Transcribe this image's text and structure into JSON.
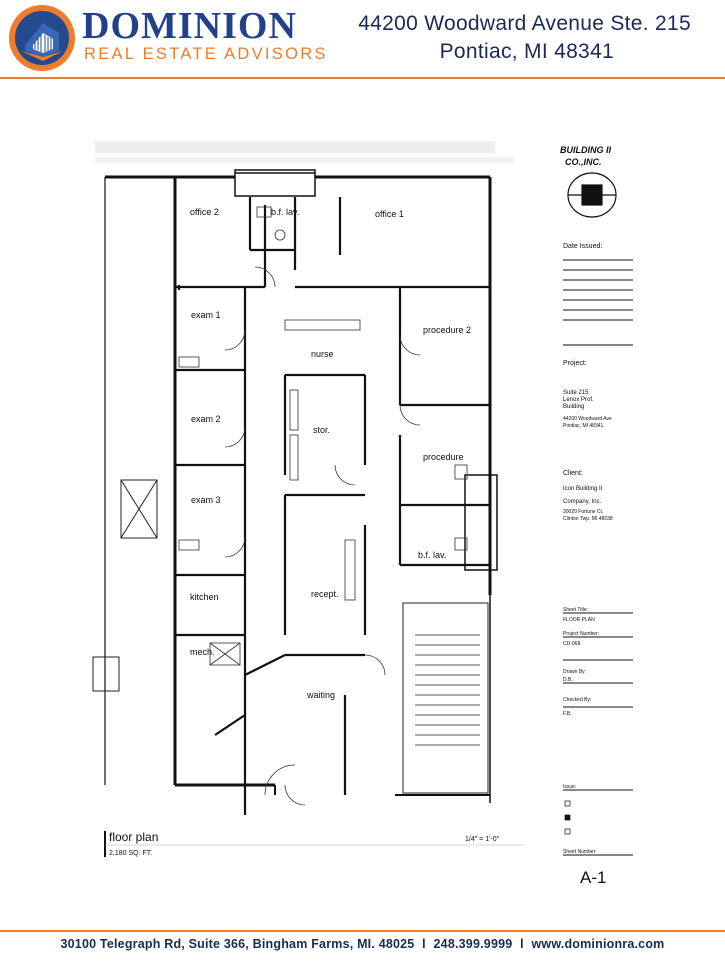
{
  "header": {
    "logo_title": "DOMINION",
    "logo_subtitle": "REAL ESTATE ADVISORS",
    "address_line1": "44200 Woodward Avenue Ste. 215",
    "address_line2": "Pontiac, MI 48341"
  },
  "plan": {
    "rooms": {
      "office2": "office 2",
      "office1": "office 1",
      "bflav_top": "b.f. lav.",
      "exam1": "exam 1",
      "exam2": "exam 2",
      "exam3": "exam 3",
      "nurse": "nurse",
      "stor": "stor.",
      "procedure2": "procedure 2",
      "procedure": "procedure",
      "bflav_right": "b.f. lav.",
      "recept": "recept.",
      "kitchen": "kitchen",
      "mech": "mech.",
      "waiting": "waiting"
    },
    "caption": "floor plan",
    "sqft": "2,180 SQ. FT.",
    "scale": "1/4\" = 1'-0\""
  },
  "titleblock": {
    "firm_line1": "BUILDING II",
    "firm_line2": "CO.,INC.",
    "date_issued": "Date Issued:",
    "project_label": "Project:",
    "project_value1": "Suite 215",
    "project_value2": "Lenox Prof.",
    "project_value3": "Building",
    "project_addr1": "44200 Woodward Ave",
    "project_addr2": "Pontiac, MI 48341",
    "client_label": "Client:",
    "client_value1": "Icon Building II",
    "client_value2": "Company, Inc.",
    "client_addr1": "30020 Fortune Ct.",
    "client_addr2": "Clinton Twp. MI 48038",
    "sheet_title_label": "Sheet Title:",
    "sheet_title_value": "FLOOR PLAN",
    "project_number_label": "Project Number:",
    "project_number_value": "CD-068",
    "drawn_by_label": "Drawn By:",
    "drawn_by_value": "D.B.",
    "checked_by_label": "Checked By:",
    "checked_by_value": "F.B.",
    "issue_label": "Issue:",
    "sheet_number_label": "Sheet Number:",
    "sheet_number_value": "A-1"
  },
  "footer": {
    "address": "30100 Telegraph Rd, Suite 366, Bingham Farms, MI. 48025",
    "phone": "248.399.9999",
    "website": "www.dominionra.com",
    "separator": "l"
  },
  "colors": {
    "brand_blue": "#23418a",
    "brand_orange": "#ec7d2d",
    "text_navy": "#1a2a55"
  }
}
